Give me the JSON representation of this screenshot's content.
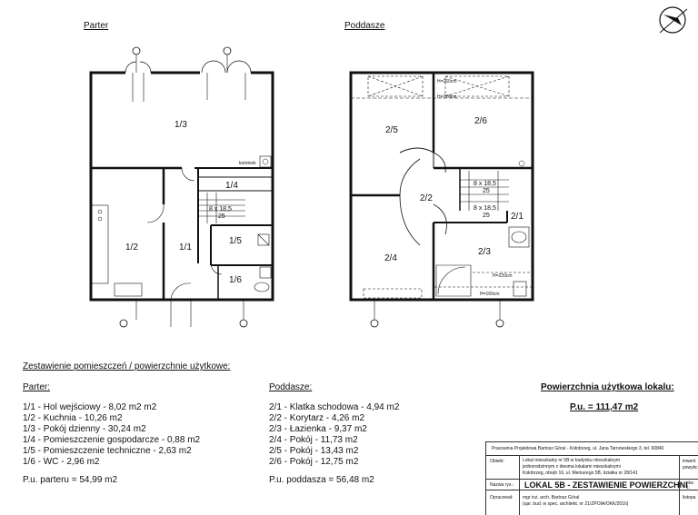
{
  "titles": {
    "parter": "Parter",
    "poddasze": "Poddasze"
  },
  "rooms_ground": {
    "r13": "1/3",
    "r14": "1/4",
    "r12": "1/2",
    "r11": "1/1",
    "r15": "1/5",
    "r16": "1/6",
    "stair": "8 x 18,5",
    "stair_w": "25",
    "kominek": "kominek"
  },
  "rooms_attic": {
    "r25": "2/5",
    "r26": "2/6",
    "r22": "2/2",
    "r21": "2/1",
    "r24": "2/4",
    "r23": "2/3",
    "stair1": "8 x 18,5",
    "stair1_w": "25",
    "stair2": "8 x 18,5",
    "stair2_w": "25",
    "h160": "H=160cm",
    "h220": "H=220cm",
    "h220b": "H=220cm",
    "h160b": "H=160cm"
  },
  "summary": {
    "heading": "Zestawienie pomieszczeń / powierzchnie użytkowe:",
    "parter_heading": "Parter:",
    "poddasze_heading": "Poddasze:",
    "parter_items": [
      "1/1  - Hol wejściowy  - 8,02 m2 m2",
      "1/2  - Kuchnia  - 10,26 m2",
      "1/3  - Pokój dzienny - 30,24 m2",
      "1/4  - Pomieszczenie gospodarcze  - 0,88 m2",
      "1/5  - Pomieszczenie techniczne  - 2,63 m2",
      "1/6  - WC  - 2,96 m2"
    ],
    "parter_total": "P.u. parteru  =  54,99 m2",
    "poddasze_items": [
      "2/1  - Klatka schodowa  - 4,94 m2",
      "2/2  - Korytarz  - 4,26 m2",
      "2/3  - Łazienka  - 9,37 m2",
      "2/4  - Pokój  - 11,73 m2",
      "2/5  - Pokój  - 13,43 m2",
      "2/6  - Pokój  - 12,75 m2"
    ],
    "poddasze_total": "P.u. poddasza  =  56,48 m2",
    "lokal_heading": "Powierzchnia użytkowa lokalu:",
    "lokal_total": "P.u.  =  111,47 m2"
  },
  "title_block": {
    "firm": "Pracownia Projektowa Bartosz Góral - Kołobrzeg, ul. Jana Tarnowskiego 3, tel. 60840",
    "obiekt_label": "Obiekt:",
    "obiekt_1": "Lokal mieszkalny nr 5B w budynku mieszkalnym",
    "obiekt_2": "jednorodzinnym z dwoma lokalami mieszkalnymi",
    "obiekt_3": "Kołobrzeg, obręb 16, ul. Merkurego 5B, działka nr 28/141",
    "side_1": "inwent",
    "side_2": "powykc",
    "rysunek_label": "Nazwa rys.:",
    "rysunek": "LOKAL 5B - ZESTAWIENIE POWIERZCHNI",
    "skala_1": "ska",
    "skala_2": "1:",
    "opracowal_label": "Opracował:",
    "opracowal_1": "mgr inż. arch. Bartosz Góral",
    "opracowal_2": "(upr. bud. w spec. architekt. nr 21/ZPOIA/OKK/2016)",
    "data": "listopa"
  }
}
